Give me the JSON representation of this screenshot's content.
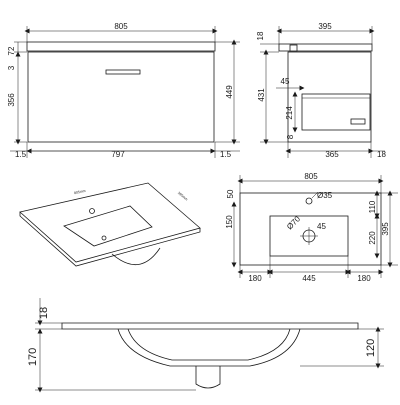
{
  "front_view": {
    "top_width": "805",
    "top_thickness": "72",
    "gap": "3",
    "drawer_height": "356",
    "total_height": "449",
    "left_offset": "1.5",
    "inner_width": "797",
    "right_offset": "1.5"
  },
  "side_view": {
    "depth": "395",
    "top_height": "18",
    "drawer_gap": "45",
    "height": "431",
    "drawer_depth": "214",
    "bottom_gap": "8",
    "inner_depth": "365",
    "back_thickness": "18"
  },
  "basin_iso": {
    "width_label": "805mm",
    "depth_label": "395mm"
  },
  "plan_view": {
    "width": "805",
    "left_margin": "50",
    "tap_hole": "Ø35",
    "waste_hole": "Ø70",
    "waste_angle": "45",
    "top_right": "110",
    "left_height": "150",
    "bowl_depth": "220",
    "depth": "395",
    "bottom_left": "180",
    "bowl_width": "445",
    "bottom_right": "180"
  },
  "section_view": {
    "rim": "18",
    "total_depth": "170",
    "bowl_depth": "120"
  }
}
